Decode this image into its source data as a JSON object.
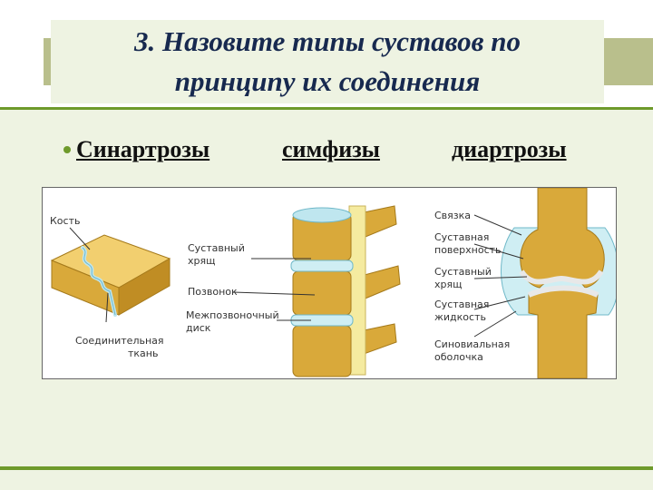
{
  "slide": {
    "title": "3. Назовите типы суставов по\nпринципу их соединения",
    "terms": [
      "Синартрозы",
      "симфизы",
      "диартрозы"
    ]
  },
  "figure": {
    "synarthrosis": {
      "label_bone": "Кость",
      "label_tissue": "Соединительная\nткань"
    },
    "symphysis": {
      "label_cartilage": "Суставный\nхрящ",
      "label_vertebra": "Позвонок",
      "label_disc": "Межпозвоночный\nдиск"
    },
    "diarthrosis": {
      "label_ligament": "Связка",
      "label_surface": "Суставная\nповерхность",
      "label_cartilage": "Суставный\nхрящ",
      "label_fluid": "Суставная\nжидкость",
      "label_synovial": "Синовиальная\nоболочка"
    }
  },
  "colors": {
    "bone": "#d9a93a",
    "bone_light": "#f2cf6f",
    "bone_dark": "#a57a1b",
    "cartilage": "#bfe6ef",
    "fluid": "#cfeef3",
    "accent": "#6e9a2b",
    "title": "#17294f"
  }
}
